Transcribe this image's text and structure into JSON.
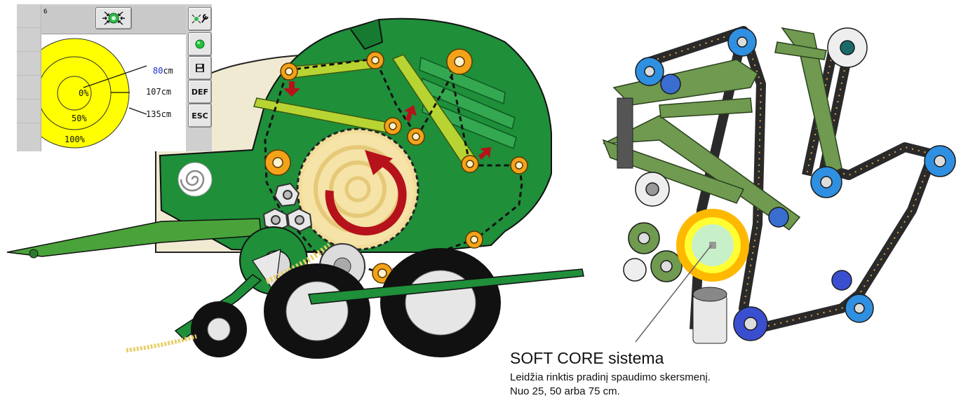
{
  "terminal": {
    "page_number": "6",
    "buttons": {
      "def": "DEF",
      "esc": "ESC"
    },
    "icons": [
      "core-settings-wrench-icon",
      "green-led-icon",
      "save-disk-icon",
      "bale-compress-icon"
    ],
    "rings": [
      {
        "diameter_value": "80",
        "unit": "cm",
        "percent": "0%"
      },
      {
        "diameter_value": "107",
        "unit": "cm",
        "percent": "50%"
      },
      {
        "diameter_value": "135",
        "unit": "cm",
        "percent": "100%"
      }
    ],
    "colors": {
      "ring_fill": "#ffff00",
      "value_blue": "#1a2fd0"
    }
  },
  "caption": {
    "title": "SOFT CORE sistema",
    "lines": [
      "Leidžia rinktis pradinį spaudimo skersmenį.",
      "Nuo 25, 50 arba 75 cm."
    ]
  },
  "colors": {
    "machine_green": "#1f8f3a",
    "machine_dark_green": "#0f6b2a",
    "arm_yellow_green": "#b8d432",
    "bale_straw": "#f2dc9a",
    "arrow_red": "#b5121b",
    "roller_orange": "#f3a21a",
    "core_inner": "#c8f0c8",
    "core_mid": "#ffff33",
    "core_outer": "#ffb800",
    "belt_dark": "#2a2a2a",
    "roller_blue": "#2f8fe0",
    "frame_green": "#6f9a50"
  }
}
